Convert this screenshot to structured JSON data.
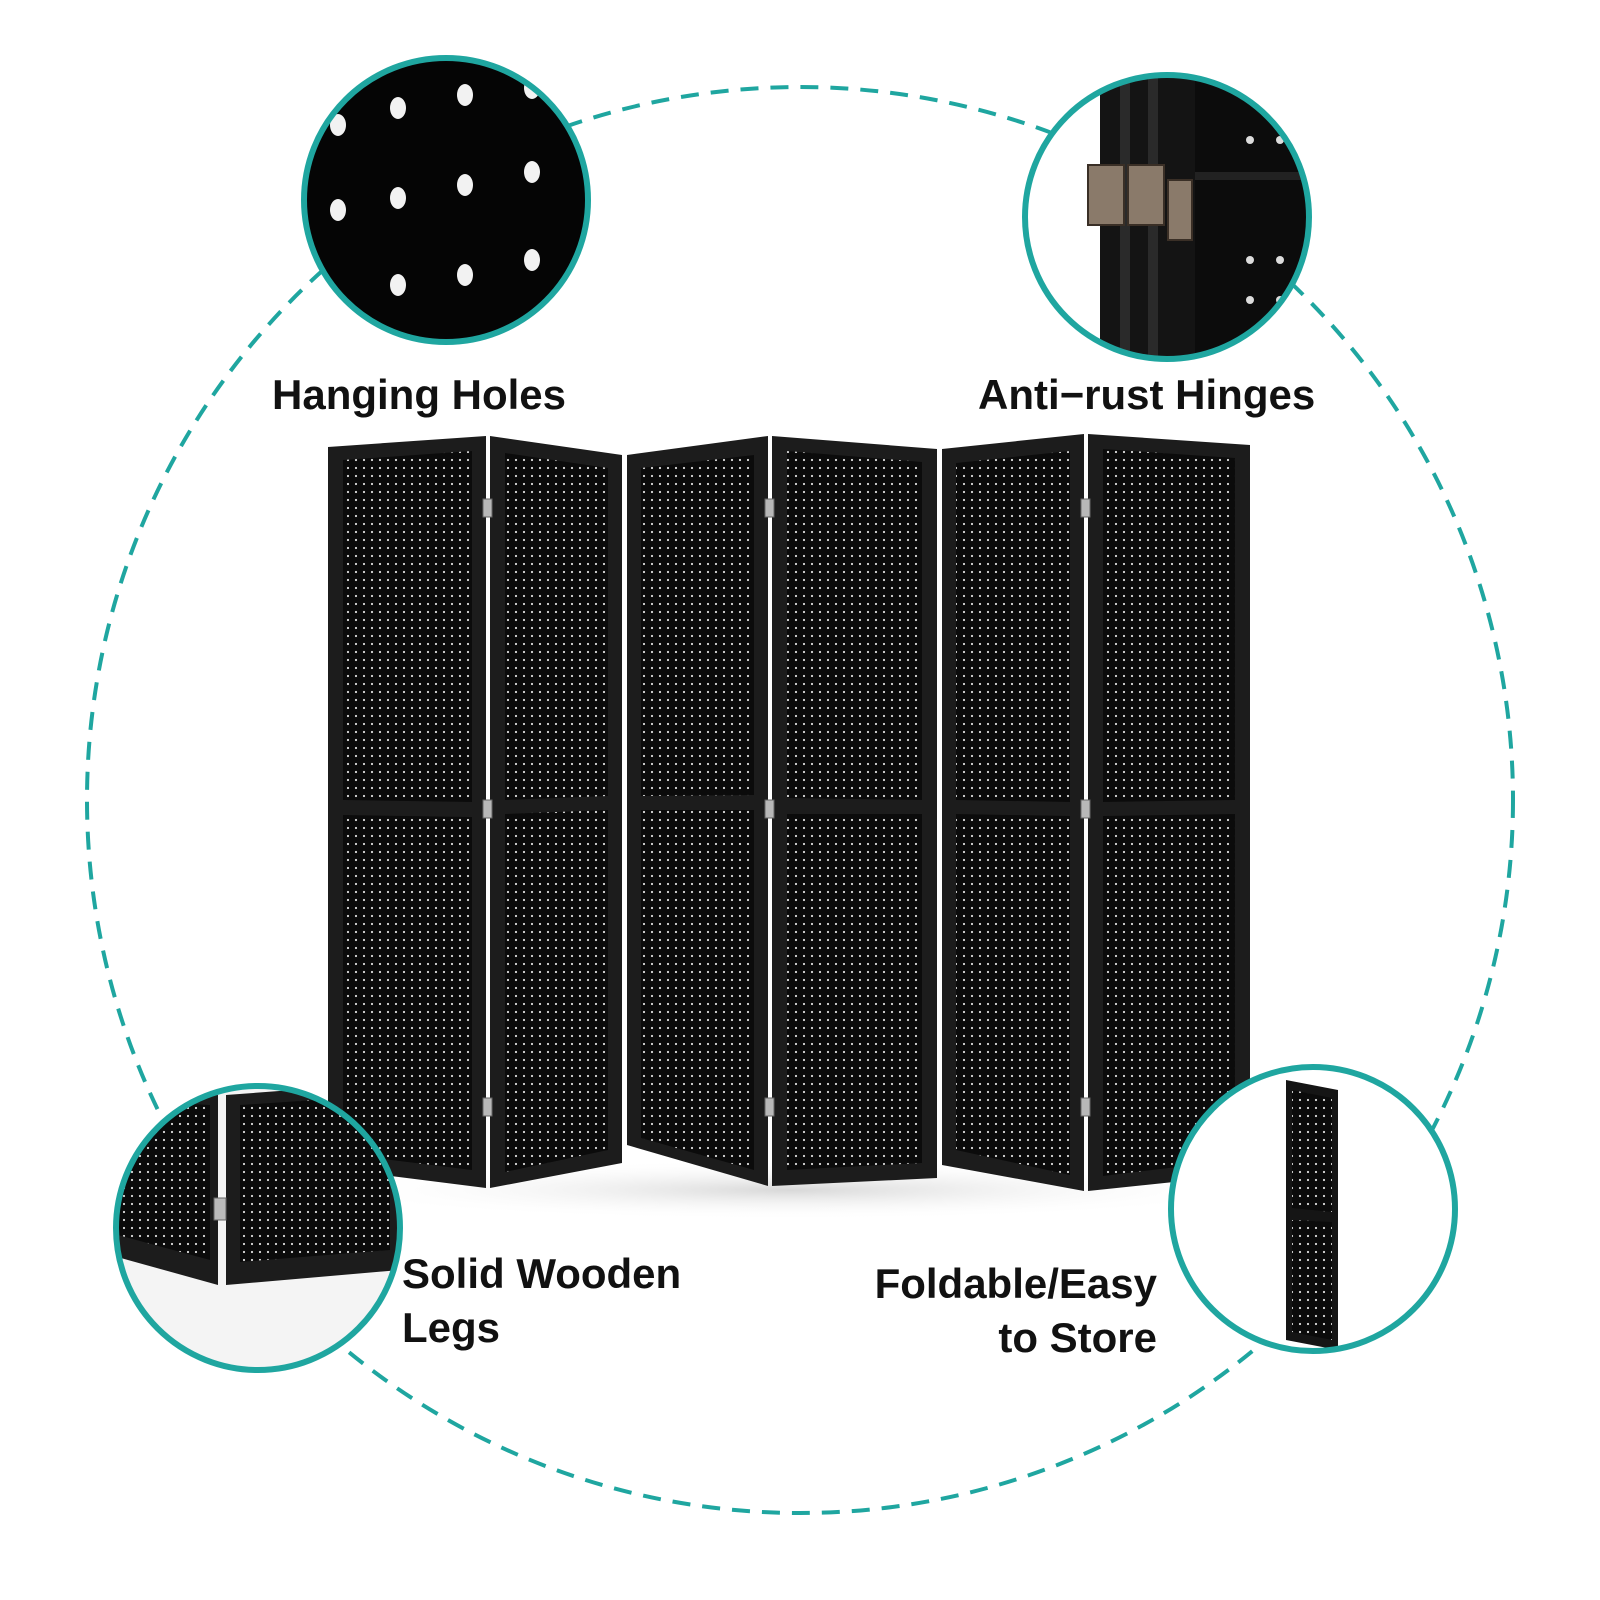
{
  "features": {
    "hanging_holes": "Hanging Holes",
    "hinges": "Anti−rust Hinges",
    "legs_line1": "Solid Wooden",
    "legs_line2": "Legs",
    "fold_line1": "Foldable/Easy",
    "fold_line2": "to Store"
  },
  "colors": {
    "accent": "#1fa6a0",
    "panel": "#0b0b0b",
    "frame": "#1c1c1c",
    "hole": "#e8e8e8"
  }
}
